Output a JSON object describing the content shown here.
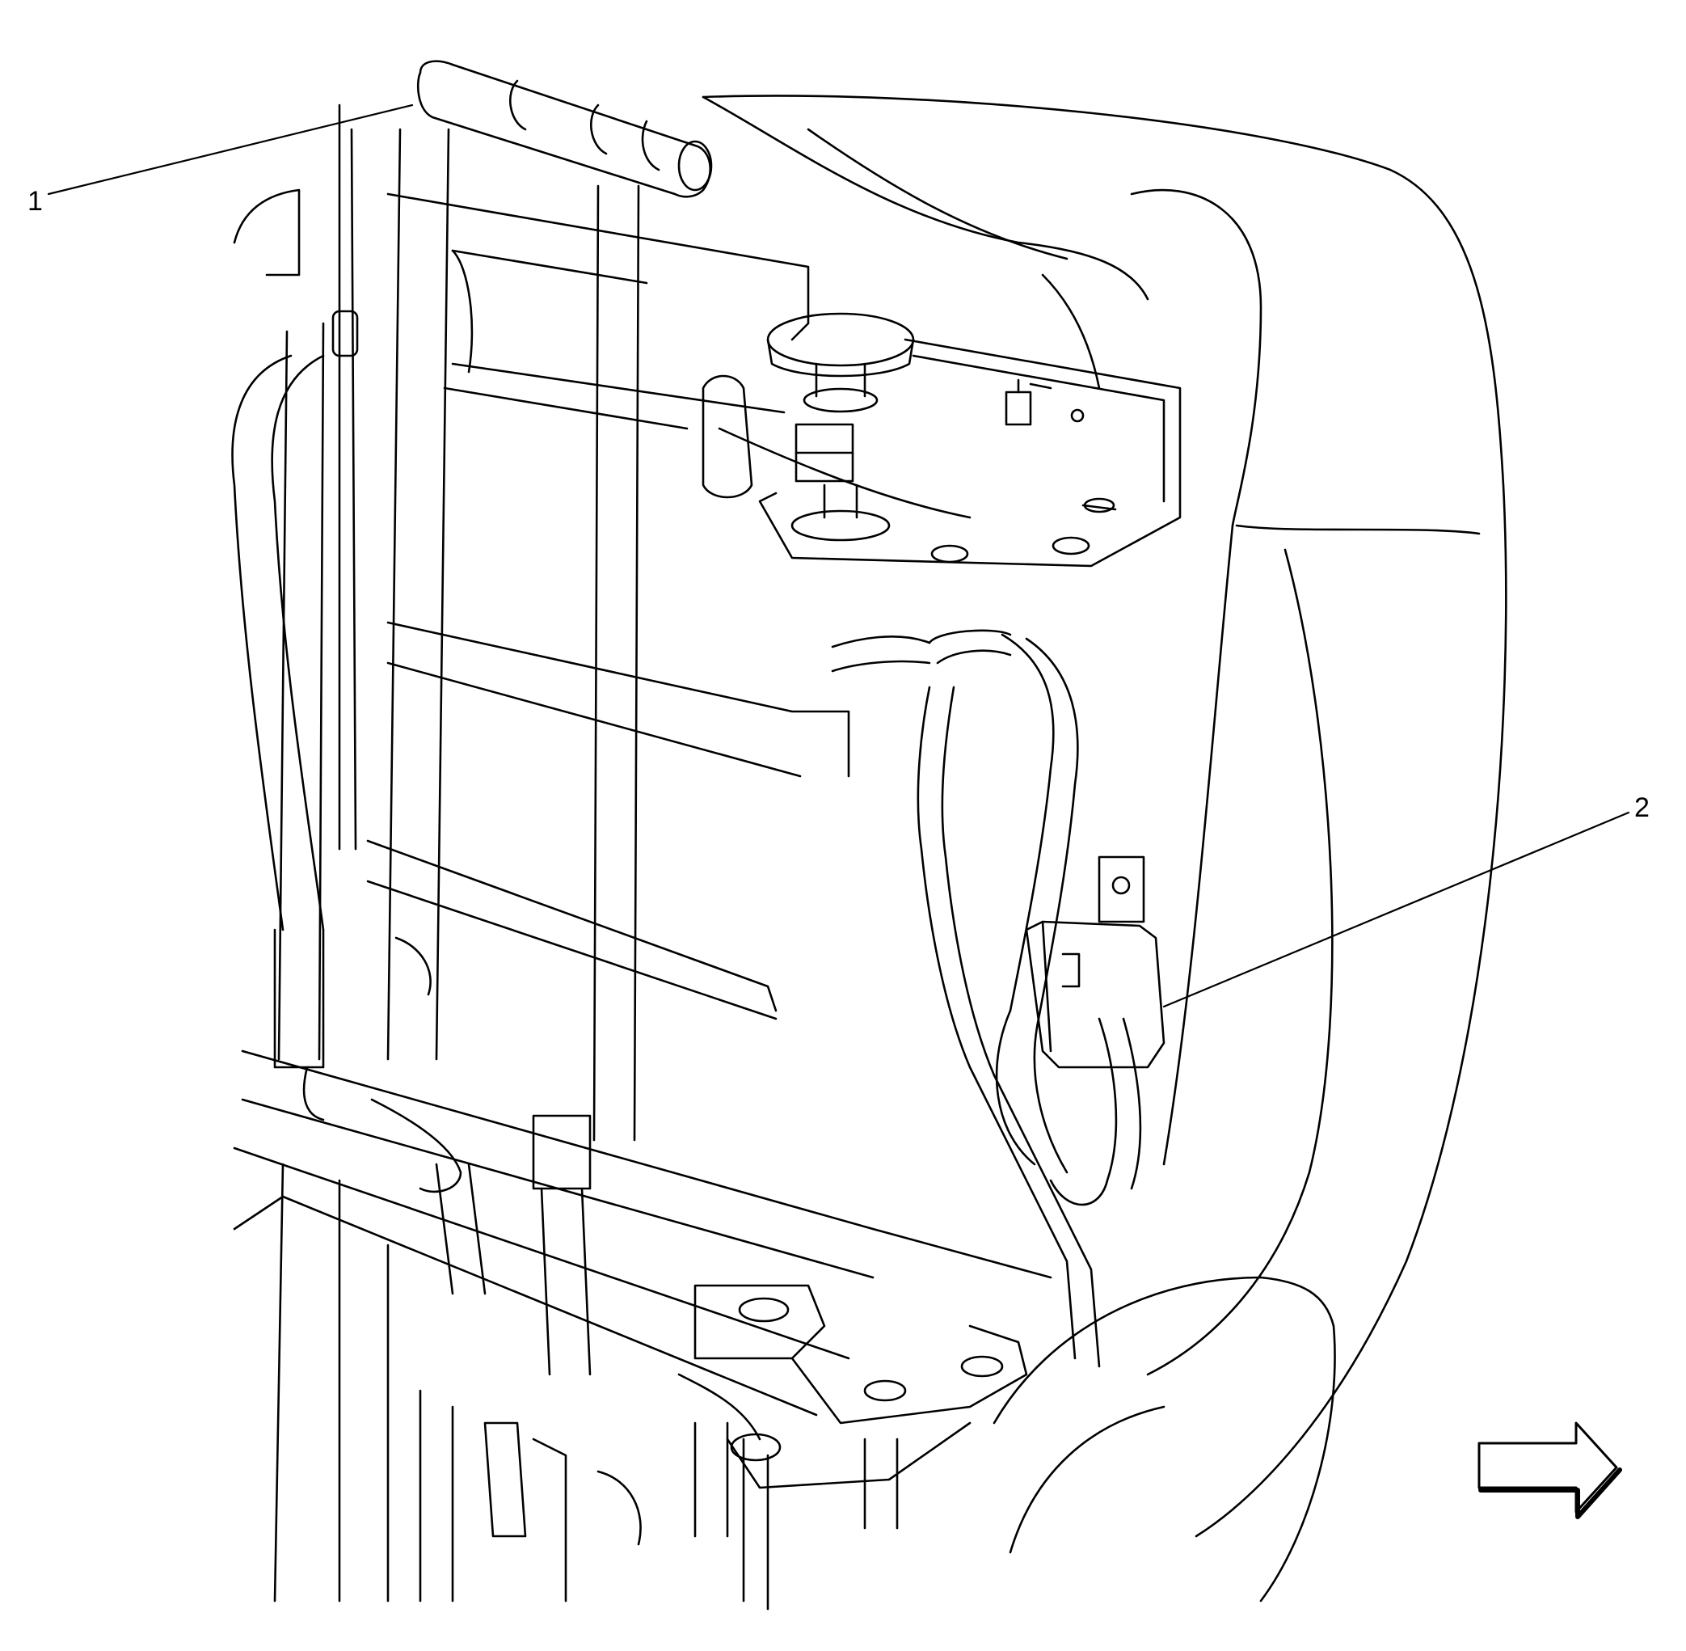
{
  "callouts": [
    {
      "id": "1",
      "label": "1"
    },
    {
      "id": "2",
      "label": "2"
    }
  ],
  "colors": {
    "line": "#000000",
    "background": "#ffffff"
  },
  "icons": {
    "direction": "arrow-right-icon"
  }
}
